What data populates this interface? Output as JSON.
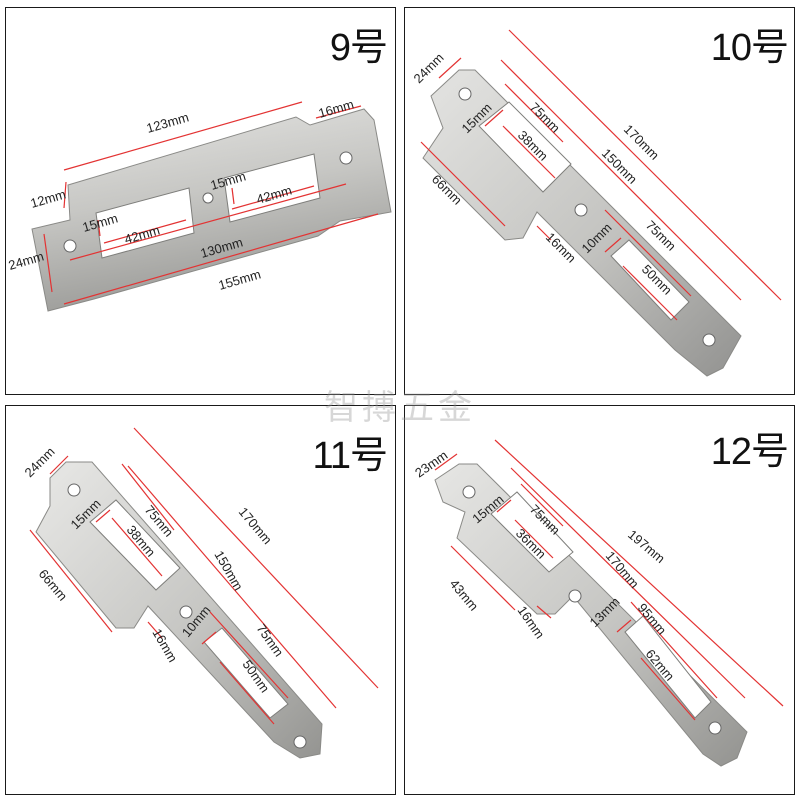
{
  "colors": {
    "dimension_line": "#e33333",
    "plate_light": "#e4e4e2",
    "plate_mid": "#bebebb",
    "plate_dark": "#8f8f8c",
    "border": "#1a1a1a"
  },
  "watermark": "智搏五金",
  "plates": [
    {
      "model": "9号",
      "dimensions": [
        "123mm",
        "16mm",
        "12mm",
        "15mm",
        "42mm",
        "15mm",
        "42mm",
        "24mm",
        "130mm",
        "155mm"
      ]
    },
    {
      "model": "10号",
      "dimensions": [
        "24mm",
        "15mm",
        "75mm",
        "38mm",
        "170mm",
        "150mm",
        "66mm",
        "16mm",
        "10mm",
        "75mm",
        "50mm"
      ]
    },
    {
      "model": "11号",
      "dimensions": [
        "24mm",
        "15mm",
        "75mm",
        "38mm",
        "170mm",
        "150mm",
        "66mm",
        "16mm",
        "10mm",
        "75mm",
        "50mm"
      ]
    },
    {
      "model": "12号",
      "dimensions": [
        "23mm",
        "15mm",
        "75mm",
        "36mm",
        "197mm",
        "170mm",
        "43mm",
        "16mm",
        "13mm",
        "95mm",
        "62mm"
      ]
    }
  ]
}
